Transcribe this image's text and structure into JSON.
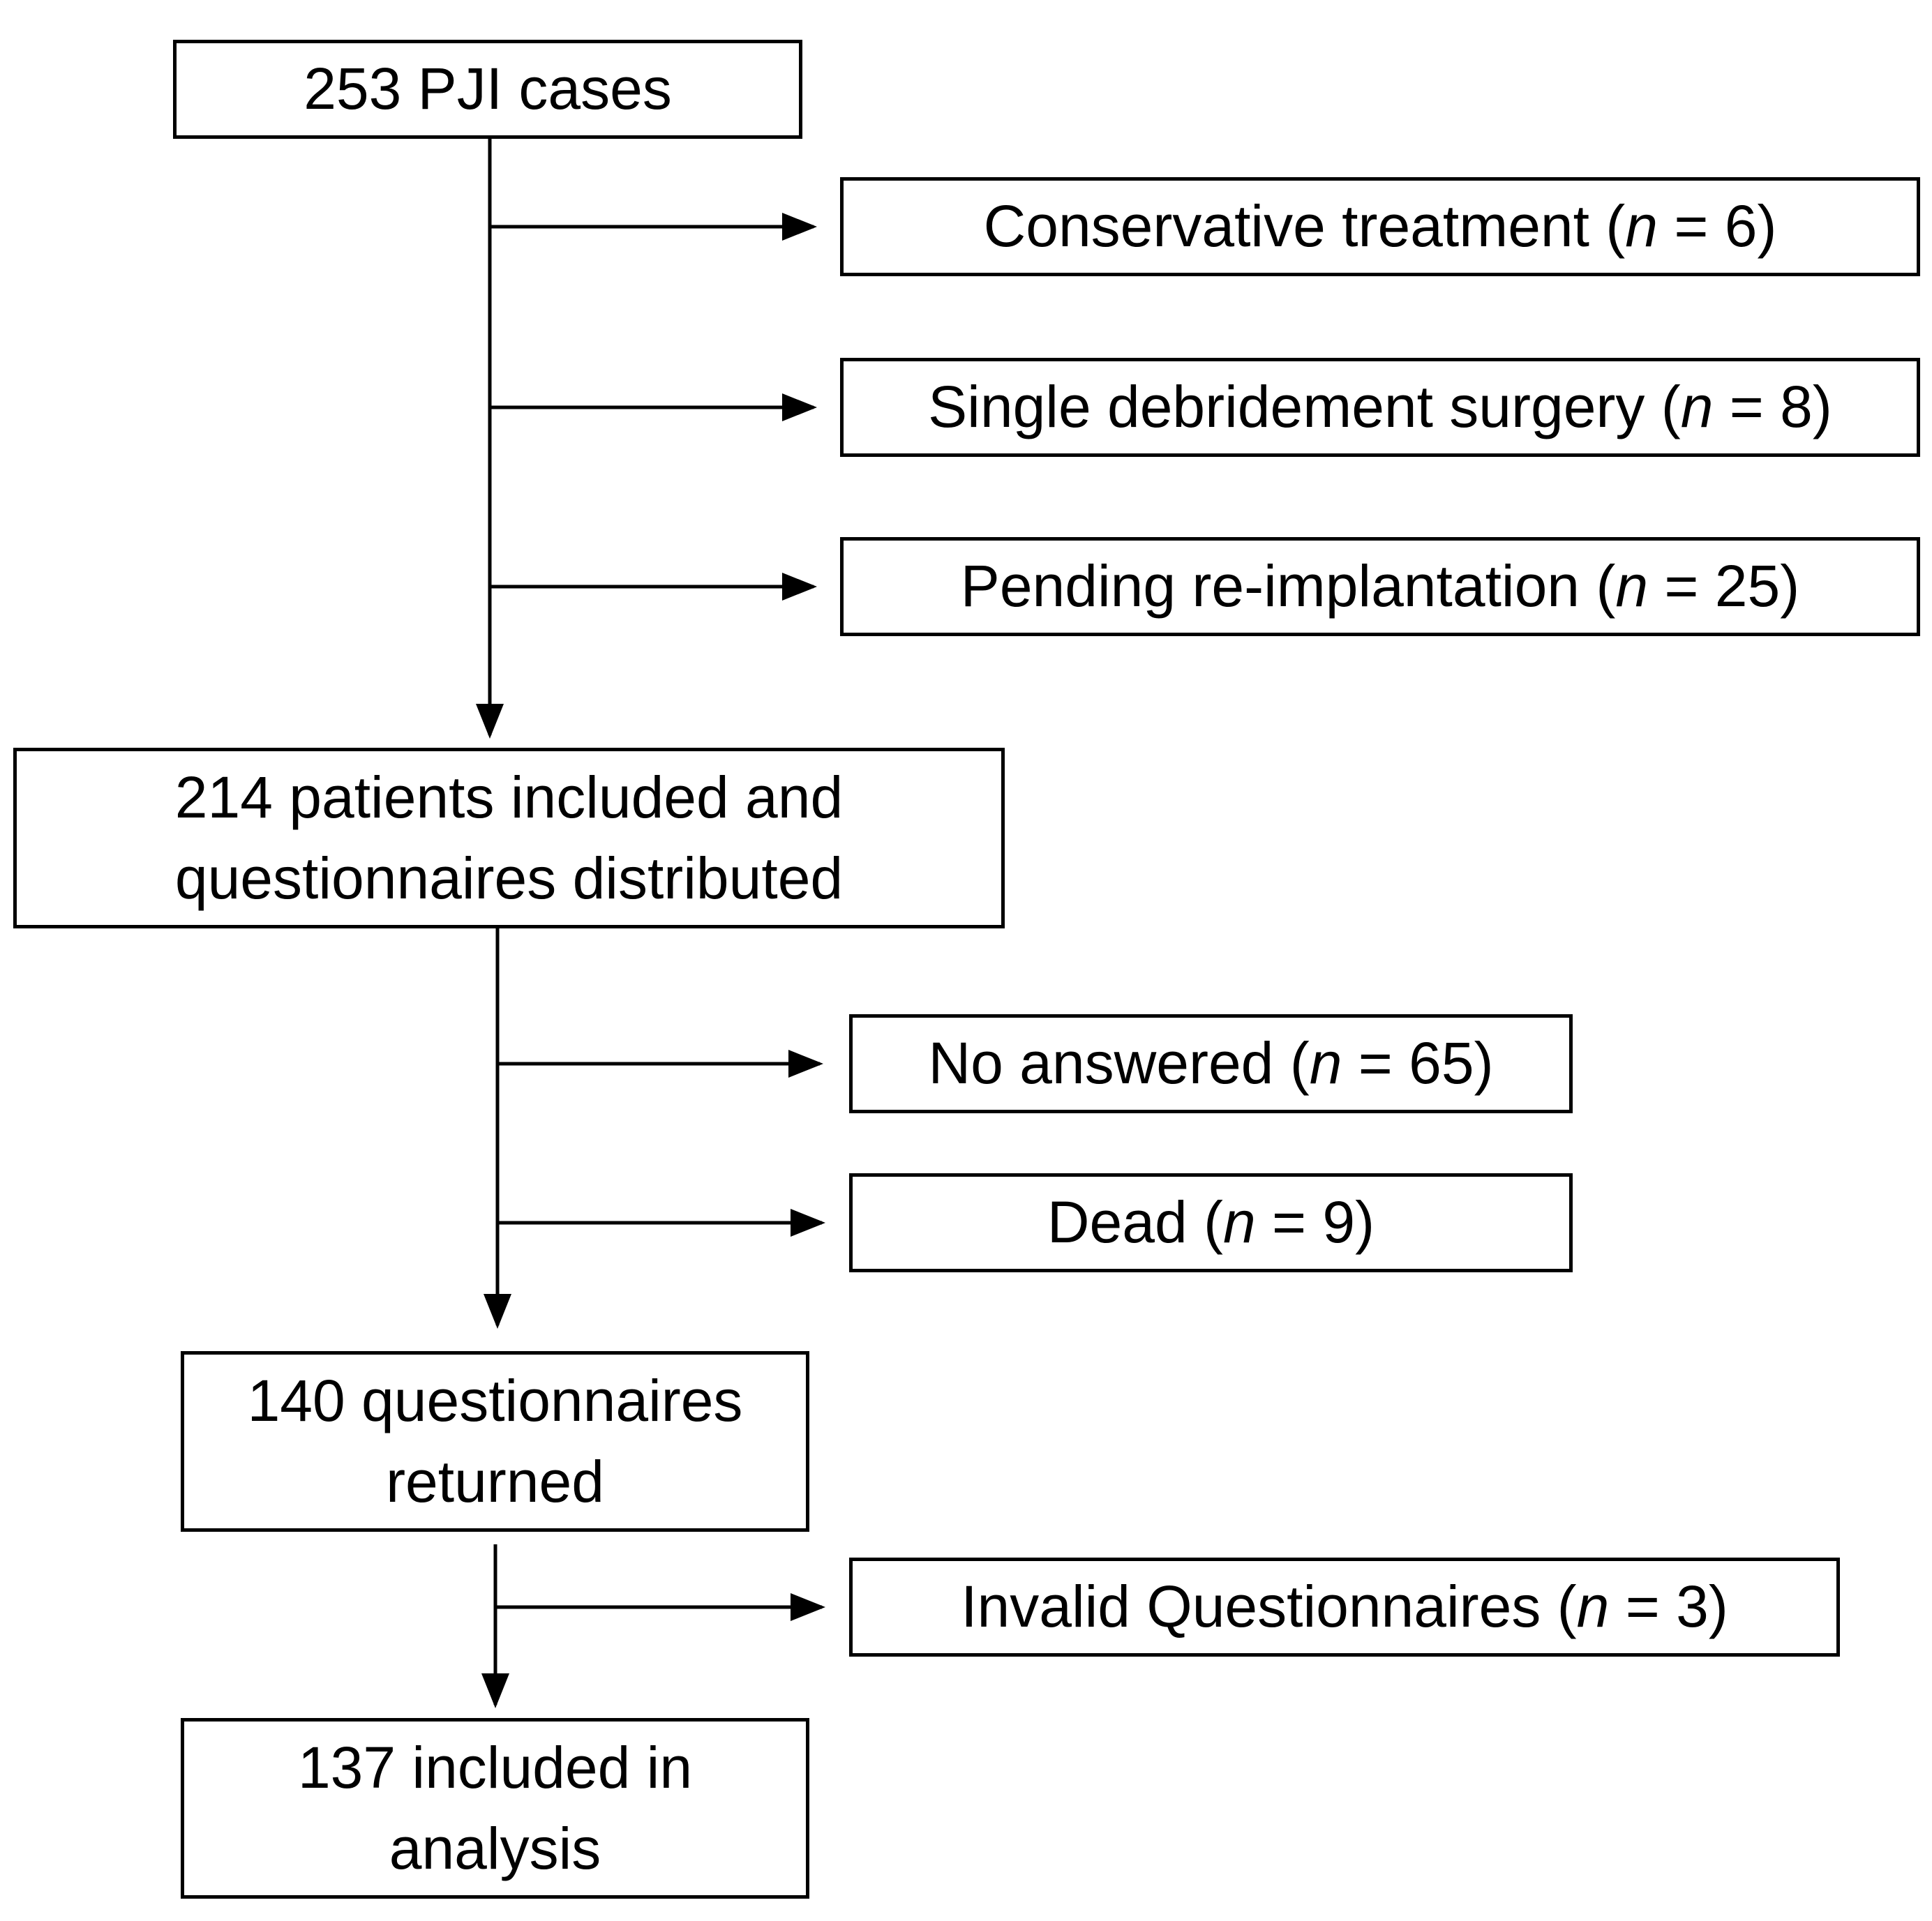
{
  "nodes": {
    "start": {
      "lines": [
        "253 PJI cases"
      ]
    },
    "cons": {
      "label": "Conservative treatment (",
      "n": "n",
      "rest": " = 6)"
    },
    "single": {
      "label": "Single debridement surgery (",
      "n": "n",
      "rest": " = 8)"
    },
    "pending": {
      "label": "Pending re-implantation (",
      "n": "n",
      "rest": " = 25)"
    },
    "included": {
      "lines": [
        "214 patients included and",
        "questionnaires distributed"
      ]
    },
    "noans": {
      "label": "No answered (",
      "n": "n",
      "rest": " = 65)"
    },
    "dead": {
      "label": "Dead (",
      "n": "n",
      "rest": " = 9)"
    },
    "returned": {
      "lines": [
        "140 questionnaires",
        "returned"
      ]
    },
    "invalid": {
      "label": "Invalid Questionnaires (",
      "n": "n",
      "rest": " = 3)"
    },
    "final": {
      "lines": [
        "137 included in",
        "analysis"
      ]
    }
  },
  "colors": {
    "stroke": "#000000",
    "background": "#ffffff"
  }
}
